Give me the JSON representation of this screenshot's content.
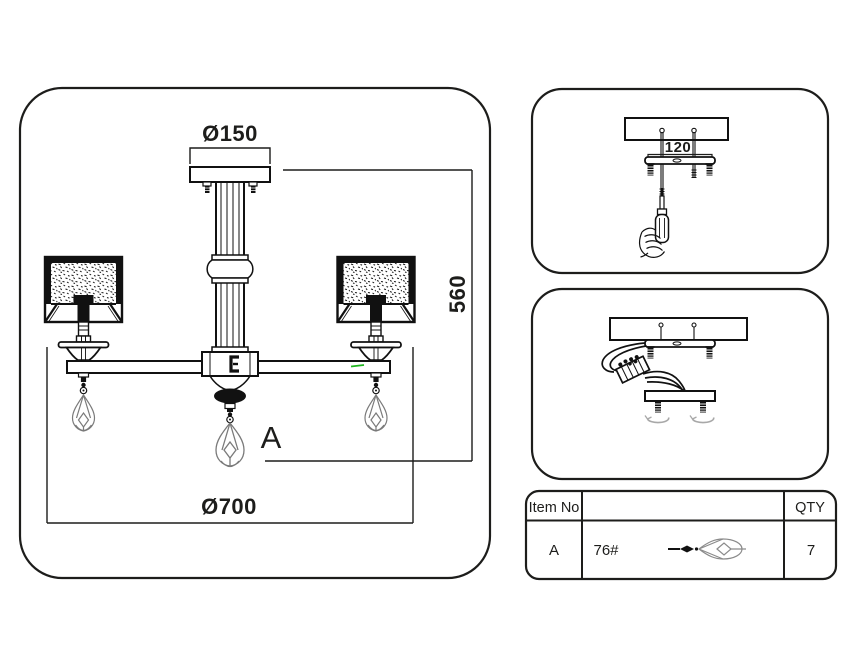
{
  "colors": {
    "line": "#1d1d1b",
    "pendant_outline": "#7a7a7a",
    "green_accent": "#1fb51f",
    "rotation_arrow_grey": "#a8a8a8",
    "background": "#ffffff"
  },
  "main_view": {
    "dim_top_diameter": "Ø150",
    "dim_height": "560",
    "dim_bottom_diameter": "Ø700",
    "pendant_label": "A"
  },
  "install_step1": {
    "dim_bracket_spacing": "120",
    "icons": [
      "ceiling-plate",
      "hanger-bolt",
      "mounting-bracket",
      "screwdriver-icon",
      "hand-icon"
    ]
  },
  "install_step2": {
    "icons": [
      "ceiling-plate",
      "mounting-bracket",
      "wire-bundle",
      "terminal-block-icon",
      "lamp-canopy",
      "rotation-arrow-icon"
    ]
  },
  "parts_table": {
    "headers": {
      "item_no": "Item No",
      "preview": "",
      "qty": "QTY"
    },
    "rows": [
      {
        "item_no": "A",
        "part_code": "76#",
        "icon": "crystal-pendant-icon",
        "qty": "7"
      }
    ]
  }
}
